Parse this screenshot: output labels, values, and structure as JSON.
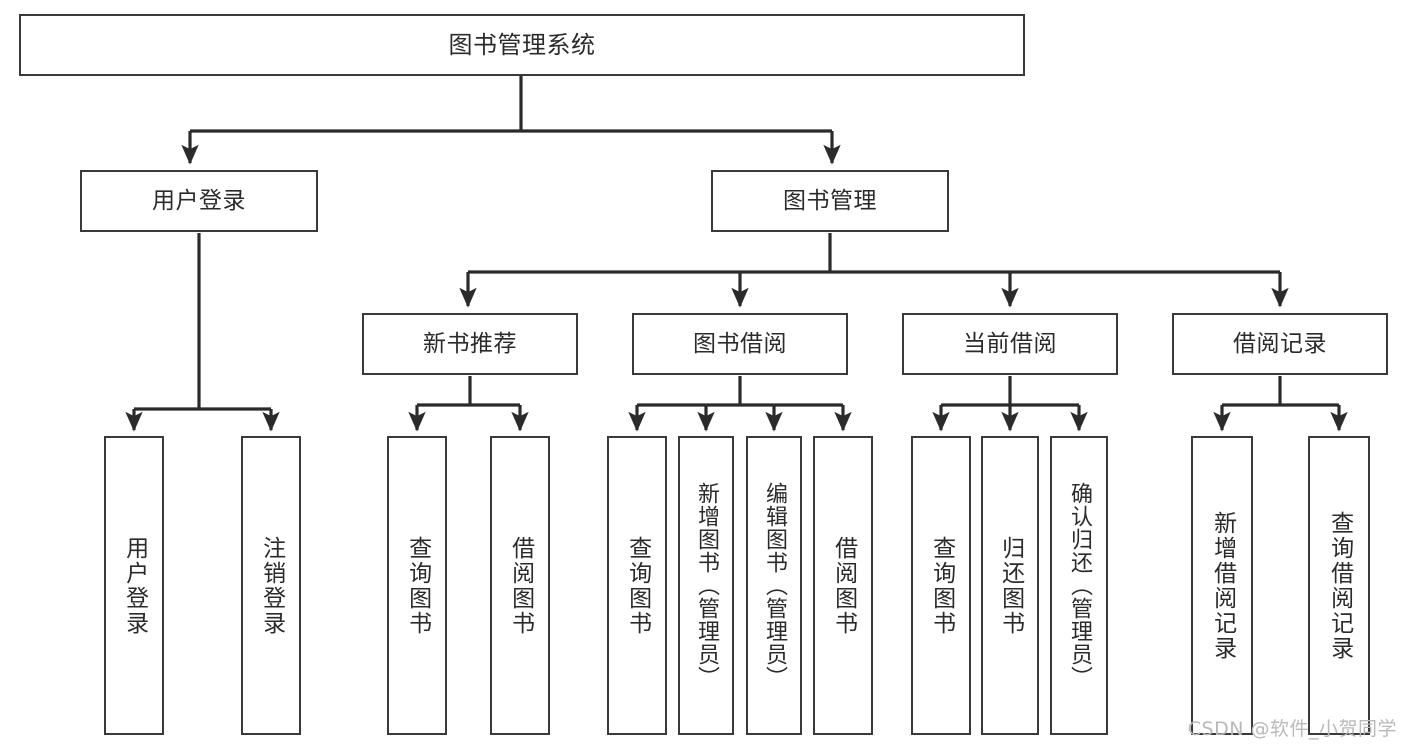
{
  "diagram": {
    "type": "tree-hierarchy",
    "title": "图书管理系统",
    "watermark": "CSDN @软件_小贺同学",
    "colors": {
      "box_border": "#3a3a3a",
      "box_fill": "#ffffff",
      "edge": "#2b2b2b",
      "text": "#2b2b2b",
      "watermark": "#b9b9b9",
      "background": "#ffffff"
    },
    "nodes": {
      "root": {
        "label": "图书管理系统"
      },
      "level2": [
        {
          "id": "user-login",
          "label": "用户登录"
        },
        {
          "id": "book-manage",
          "label": "图书管理"
        }
      ],
      "level3": [
        {
          "id": "new-book-recommend",
          "label": "新书推荐"
        },
        {
          "id": "book-borrow",
          "label": "图书借阅"
        },
        {
          "id": "current-borrow",
          "label": "当前借阅"
        },
        {
          "id": "borrow-record",
          "label": "借阅记录"
        }
      ],
      "leaves": [
        {
          "id": "leaf-user-login",
          "label": "用户登录",
          "parent": "user-login"
        },
        {
          "id": "leaf-user-logout",
          "label": "注销登录",
          "parent": "user-login"
        },
        {
          "id": "leaf-query-book-1",
          "label": "查询图书",
          "parent": "new-book-recommend"
        },
        {
          "id": "leaf-borrow-book-1",
          "label": "借阅图书",
          "parent": "new-book-recommend"
        },
        {
          "id": "leaf-query-book-2",
          "label": "查询图书",
          "parent": "book-borrow"
        },
        {
          "id": "leaf-add-book",
          "label": "新增图书（管理员）",
          "parent": "book-borrow"
        },
        {
          "id": "leaf-edit-book",
          "label": "编辑图书（管理员）",
          "parent": "book-borrow"
        },
        {
          "id": "leaf-borrow-book-2",
          "label": "借阅图书",
          "parent": "book-borrow"
        },
        {
          "id": "leaf-query-book-3",
          "label": "查询图书",
          "parent": "current-borrow"
        },
        {
          "id": "leaf-return-book",
          "label": "归还图书",
          "parent": "current-borrow"
        },
        {
          "id": "leaf-confirm-return",
          "label": "确认归还（管理员）",
          "parent": "current-borrow"
        },
        {
          "id": "leaf-add-record",
          "label": "新增借阅记录",
          "parent": "borrow-record"
        },
        {
          "id": "leaf-query-record",
          "label": "查询借阅记录",
          "parent": "borrow-record"
        }
      ]
    }
  }
}
